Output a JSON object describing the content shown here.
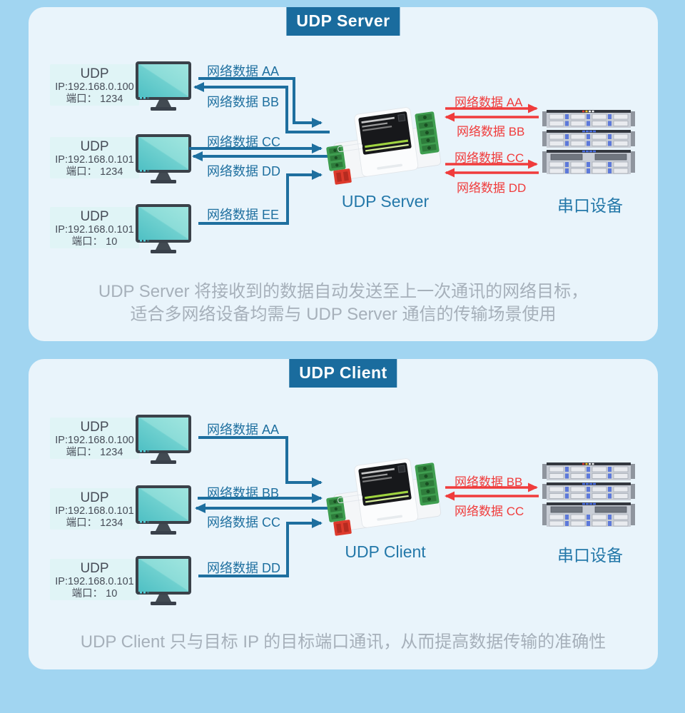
{
  "colors": {
    "background": "#a1d5f1",
    "panel": "#e9f4fb",
    "header_bg": "#1a6c9e",
    "blue_flow": "#1e6f9f",
    "red_flow": "#f03c3c",
    "device_label_blue": "#2478a9",
    "caption_gray": "#a6b0ba",
    "computer_box_bg": "#e0f4f6",
    "monitor_screen_teal": "#6fd0cf"
  },
  "server_panel": {
    "header": "UDP Server",
    "computers": [
      {
        "title": "UDP",
        "ip": "IP:192.168.0.100",
        "port": "端口： 1234"
      },
      {
        "title": "UDP",
        "ip": "IP:192.168.0.101",
        "port": "端口： 1234"
      },
      {
        "title": "UDP",
        "ip": "IP:192.168.0.101",
        "port": "端口： 10"
      }
    ],
    "flows": {
      "aa": "网络数据 AA",
      "bb": "网络数据 BB",
      "cc": "网络数据 CC",
      "dd": "网络数据 DD",
      "ee": "网络数据 EE"
    },
    "device_label": "UDP Server",
    "serial_flows": {
      "aa": "网络数据 AA",
      "bb": "网络数据 BB",
      "cc": "网络数据 CC",
      "dd": "网络数据 DD"
    },
    "serial_device_label": "串口设备",
    "caption_line1": "UDP Server 将接收到的数据自动发送至上一次通讯的网络目标，",
    "caption_line2": "适合多网络设备均需与 UDP Server 通信的传输场景使用"
  },
  "client_panel": {
    "header": "UDP Client",
    "computers": [
      {
        "title": "UDP",
        "ip": "IP:192.168.0.100",
        "port": "端口： 1234"
      },
      {
        "title": "UDP",
        "ip": "IP:192.168.0.101",
        "port": "端口： 1234"
      },
      {
        "title": "UDP",
        "ip": "IP:192.168.0.101",
        "port": "端口： 10"
      }
    ],
    "flows": {
      "aa": "网络数据 AA",
      "bb": "网络数据 BB",
      "cc": "网络数据 CC",
      "dd": "网络数据 DD"
    },
    "device_label": "UDP Client",
    "serial_flows": {
      "bb": "网络数据 BB",
      "cc": "网络数据 CC"
    },
    "serial_device_label": "串口设备",
    "caption_line1": "UDP Client 只与目标 IP 的目标端口通讯，从而提高数据传输的准确性"
  }
}
